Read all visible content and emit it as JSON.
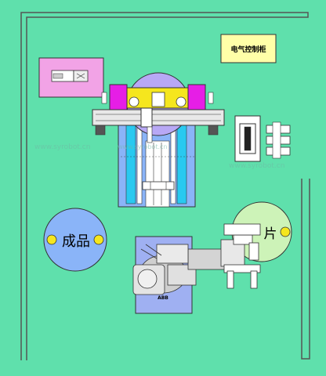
{
  "labels": {
    "control_cabinet": "电气控制柜",
    "finished": "成品",
    "blank": "片",
    "robot_brand": "ABB"
  },
  "watermarks": [
    "www.syrobot.cn",
    "www.syrobot.cn",
    "www.syrobot.cn"
  ],
  "colors": {
    "background": "#5fe0ac",
    "pink_box": "#f2a3e6",
    "blue_panel": "#8ab4f8",
    "cyan_conveyor": "#29c9f0",
    "circle_blue": "#b8a8f5",
    "circle_green": "#cdf3b8",
    "cabinet": "#ffffa8",
    "robot_base": "#9fb0f2",
    "magenta": "#e61ee6",
    "yellow": "#f5e61e"
  }
}
